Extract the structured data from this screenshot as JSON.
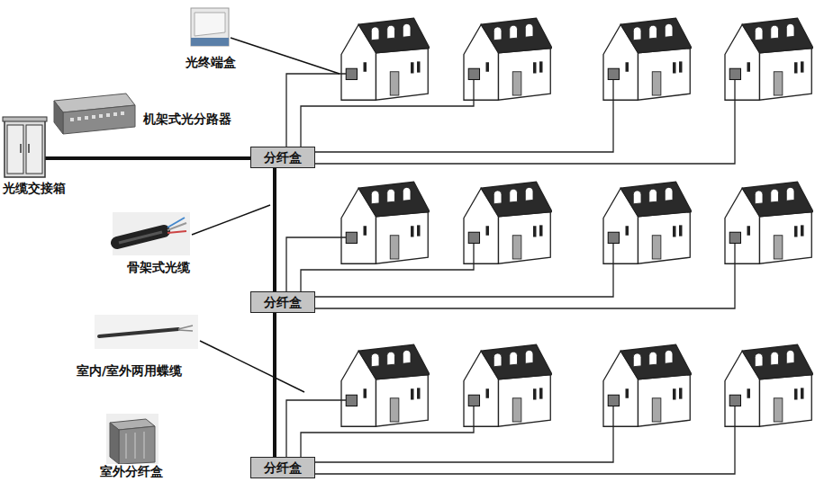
{
  "diagram": {
    "nodes": [
      {
        "text": [
          "分纤盒"
        ]
      },
      {
        "text": [
          "分纤盒"
        ]
      },
      {
        "text": [
          "分纤盒"
        ]
      }
    ],
    "edges": [
      {
        "from": 0,
        "to": 1,
        "arrow": "none"
      },
      {
        "from": 1,
        "to": 2,
        "arrow": "none"
      }
    ],
    "labels": [
      "光终端盒",
      "机架式光分路器",
      "光缆交接箱",
      "骨架式光缆",
      "室内/室外两用蝶缆",
      "室外分纤盒"
    ]
  }
}
